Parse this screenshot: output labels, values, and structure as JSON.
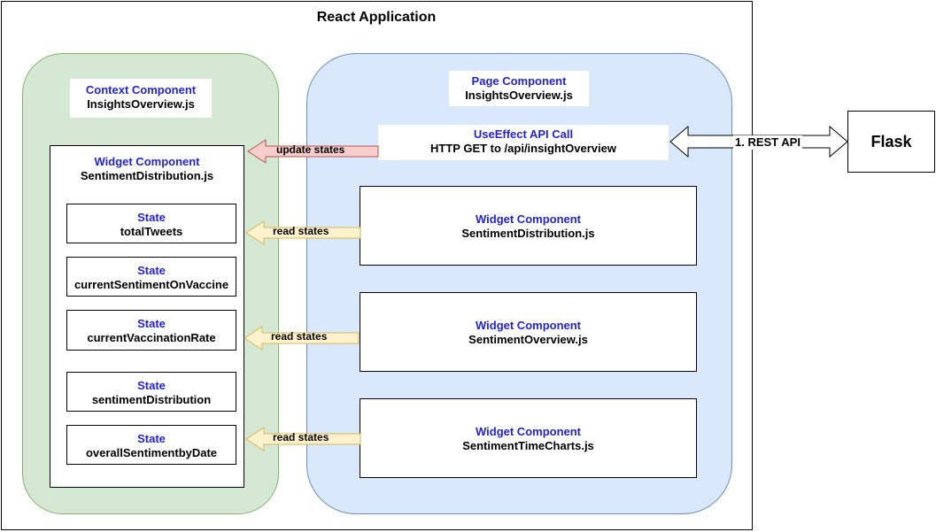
{
  "title": "React Application",
  "context_component": {
    "heading": "Context Component",
    "name": "InsightsOverview.js"
  },
  "page_component": {
    "heading": "Page Component",
    "name": "InsightsOverview.js"
  },
  "use_effect": {
    "heading": "UseEffect API Call",
    "request": "HTTP GET to /api/insightOverview"
  },
  "context_widget": {
    "heading": "Widget Component",
    "name": "SentimentDistribution.js"
  },
  "states": [
    {
      "label": "State",
      "name": "totalTweets"
    },
    {
      "label": "State",
      "name": "currentSentimentOnVaccine"
    },
    {
      "label": "State",
      "name": "currentVaccinationRate"
    },
    {
      "label": "State",
      "name": "sentimentDistribution"
    },
    {
      "label": "State",
      "name": "overallSentimentbyDate"
    }
  ],
  "page_widgets": [
    {
      "heading": "Widget Component",
      "name": "SentimentDistribution.js"
    },
    {
      "heading": "Widget Component",
      "name": "SentimentOverview.js"
    },
    {
      "heading": "Widget Component",
      "name": "SentimentTimeCharts.js"
    }
  ],
  "arrows": {
    "update": "update states",
    "read_1": "read states",
    "read_2": "read states",
    "read_3": "read states",
    "rest": "1. REST API"
  },
  "flask": "Flask",
  "colors": {
    "context_fill": "#d5e8d4",
    "page_fill": "#dae8fc",
    "update_arrow": "#f8cecc",
    "read_arrow": "#fff2cc",
    "heading_blue": "#2222dd"
  }
}
